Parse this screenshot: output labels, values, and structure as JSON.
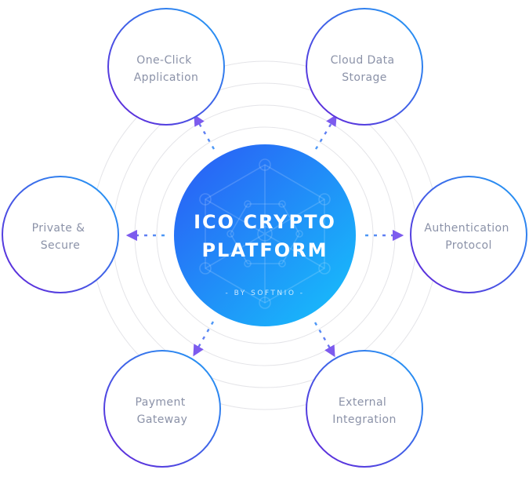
{
  "diagram": {
    "center": {
      "title_line1": "ICO CRYPTO",
      "title_line2": "PLATFORM",
      "subtitle": "- BY SOFTNIO -"
    },
    "nodes": [
      {
        "id": "one-click-application",
        "line1": "One-Click",
        "line2": "Application"
      },
      {
        "id": "cloud-data-storage",
        "line1": "Cloud Data",
        "line2": "Storage"
      },
      {
        "id": "private-secure",
        "line1": "Private &",
        "line2": "Secure"
      },
      {
        "id": "authentication-protocol",
        "line1": "Authentication",
        "line2": "Protocol"
      },
      {
        "id": "payment-gateway",
        "line1": "Payment",
        "line2": "Gateway"
      },
      {
        "id": "external-integration",
        "line1": "External",
        "line2": "Integration"
      }
    ],
    "colors": {
      "background": "#ffffff",
      "orbit-ring": "#e4e4e8",
      "label-text": "#8b92a8",
      "center-gradient-start": "#2b59f5",
      "center-gradient-end": "#16c3fb",
      "node-stroke-purple": "#6420d8",
      "node-stroke-blue": "#1fa0f6",
      "arrow-purple": "#7d5bee",
      "arrow-blue": "#3fa8f8"
    }
  }
}
